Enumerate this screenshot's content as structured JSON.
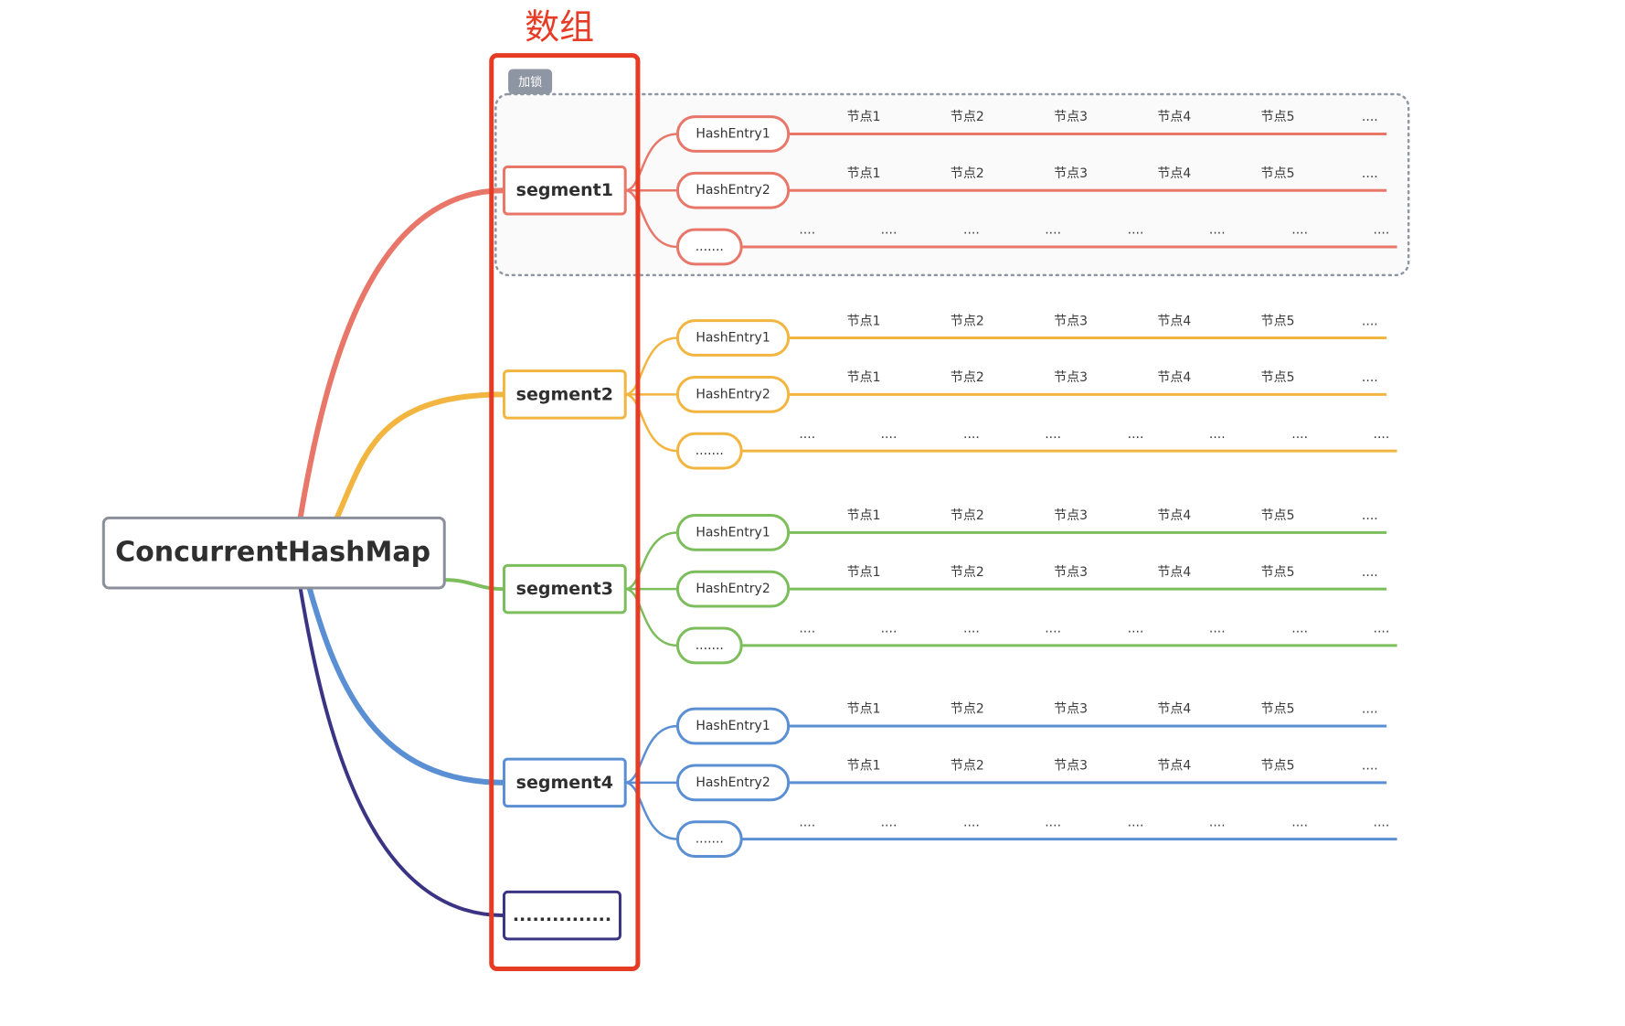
{
  "root": {
    "label": "ConcurrentHashMap"
  },
  "array_label": "数组",
  "lock_tag": "加锁",
  "segments": [
    {
      "label": "segment1",
      "color": "#e8776a",
      "entries": [
        {
          "label": "HashEntry1",
          "nodes": [
            "节点1",
            "节点2",
            "节点3",
            "节点4",
            "节点5",
            "...."
          ]
        },
        {
          "label": "HashEntry2",
          "nodes": [
            "节点1",
            "节点2",
            "节点3",
            "节点4",
            "节点5",
            "...."
          ]
        },
        {
          "label": ".......",
          "nodes": [
            "....",
            "....",
            "....",
            "....",
            "....",
            "....",
            "....",
            "...."
          ]
        }
      ]
    },
    {
      "label": "segment2",
      "color": "#f2b640",
      "entries": [
        {
          "label": "HashEntry1",
          "nodes": [
            "节点1",
            "节点2",
            "节点3",
            "节点4",
            "节点5",
            "...."
          ]
        },
        {
          "label": "HashEntry2",
          "nodes": [
            "节点1",
            "节点2",
            "节点3",
            "节点4",
            "节点5",
            "...."
          ]
        },
        {
          "label": ".......",
          "nodes": [
            "....",
            "....",
            "....",
            "....",
            "....",
            "....",
            "....",
            "...."
          ]
        }
      ]
    },
    {
      "label": "segment3",
      "color": "#7cbd5c",
      "entries": [
        {
          "label": "HashEntry1",
          "nodes": [
            "节点1",
            "节点2",
            "节点3",
            "节点4",
            "节点5",
            "...."
          ]
        },
        {
          "label": "HashEntry2",
          "nodes": [
            "节点1",
            "节点2",
            "节点3",
            "节点4",
            "节点5",
            "...."
          ]
        },
        {
          "label": ".......",
          "nodes": [
            "....",
            "....",
            "....",
            "....",
            "....",
            "....",
            "....",
            "...."
          ]
        }
      ]
    },
    {
      "label": "segment4",
      "color": "#5b8fd4",
      "entries": [
        {
          "label": "HashEntry1",
          "nodes": [
            "节点1",
            "节点2",
            "节点3",
            "节点4",
            "节点5",
            "...."
          ]
        },
        {
          "label": "HashEntry2",
          "nodes": [
            "节点1",
            "节点2",
            "节点3",
            "节点4",
            "节点5",
            "...."
          ]
        },
        {
          "label": ".......",
          "nodes": [
            "....",
            "....",
            "....",
            "....",
            "....",
            "....",
            "....",
            "...."
          ]
        }
      ]
    },
    {
      "label": "...............",
      "color": "#3b3484",
      "entries": []
    }
  ],
  "colors": {
    "root_border": "#8a8f99",
    "array_border": "#e63b25",
    "array_label": "#e63b25",
    "lock_border": "#8f96a3",
    "lock_tag_bg": "#8f96a3"
  }
}
